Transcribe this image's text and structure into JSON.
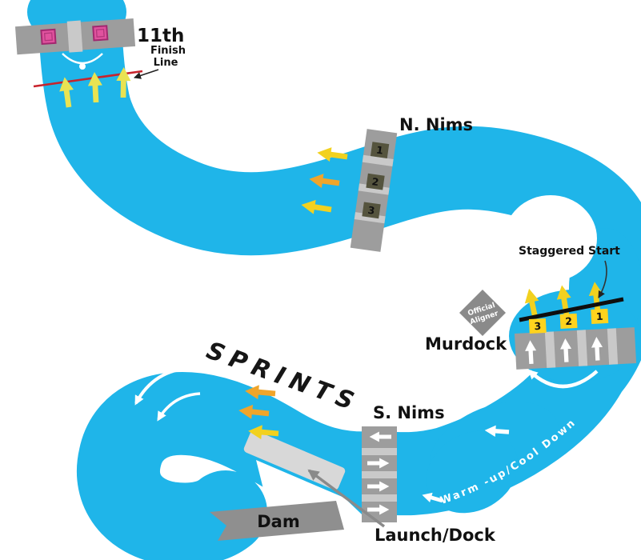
{
  "course": {
    "bridges": {
      "eleventh": "11th",
      "n_nims": "N. Nims",
      "murdock": "Murdock",
      "s_nims": "S. Nims"
    },
    "finish": {
      "line1": "Finish",
      "line2": "Line"
    },
    "start": {
      "label": "Staggered Start",
      "lanes": [
        "3",
        "2",
        "1"
      ]
    },
    "n_nims_lanes": [
      "1",
      "2",
      "3"
    ],
    "official_aligner": {
      "line1": "Official",
      "line2": "Aligner"
    },
    "areas": {
      "sprints": "SPRINTS",
      "warmup": "Warm -up/Cool Down",
      "launch_dock": "Launch/Dock",
      "dam": "Dam"
    }
  },
  "colors": {
    "river": "#1fb5e9",
    "bridge": "#9d9d9d",
    "bridge_stripe": "#c9c9c9",
    "dam_gray": "#8f8f8f",
    "dock_gray": "#d8d8d8",
    "aligner_gray": "#8a8a8a",
    "finish_red": "#c8232c",
    "start_black": "#0e0e0e",
    "arrow_yellow": "#f2d11f",
    "arrow_yellow_green": "#e9e352",
    "arrow_orange": "#f0a52b",
    "arrow_white": "#ffffff",
    "marker_pink": "#e0529e",
    "lane_dark_bg": "#55543e",
    "lane_dark_text": "#ecd24a",
    "lane_yellow_bg": "#ffd31e"
  }
}
